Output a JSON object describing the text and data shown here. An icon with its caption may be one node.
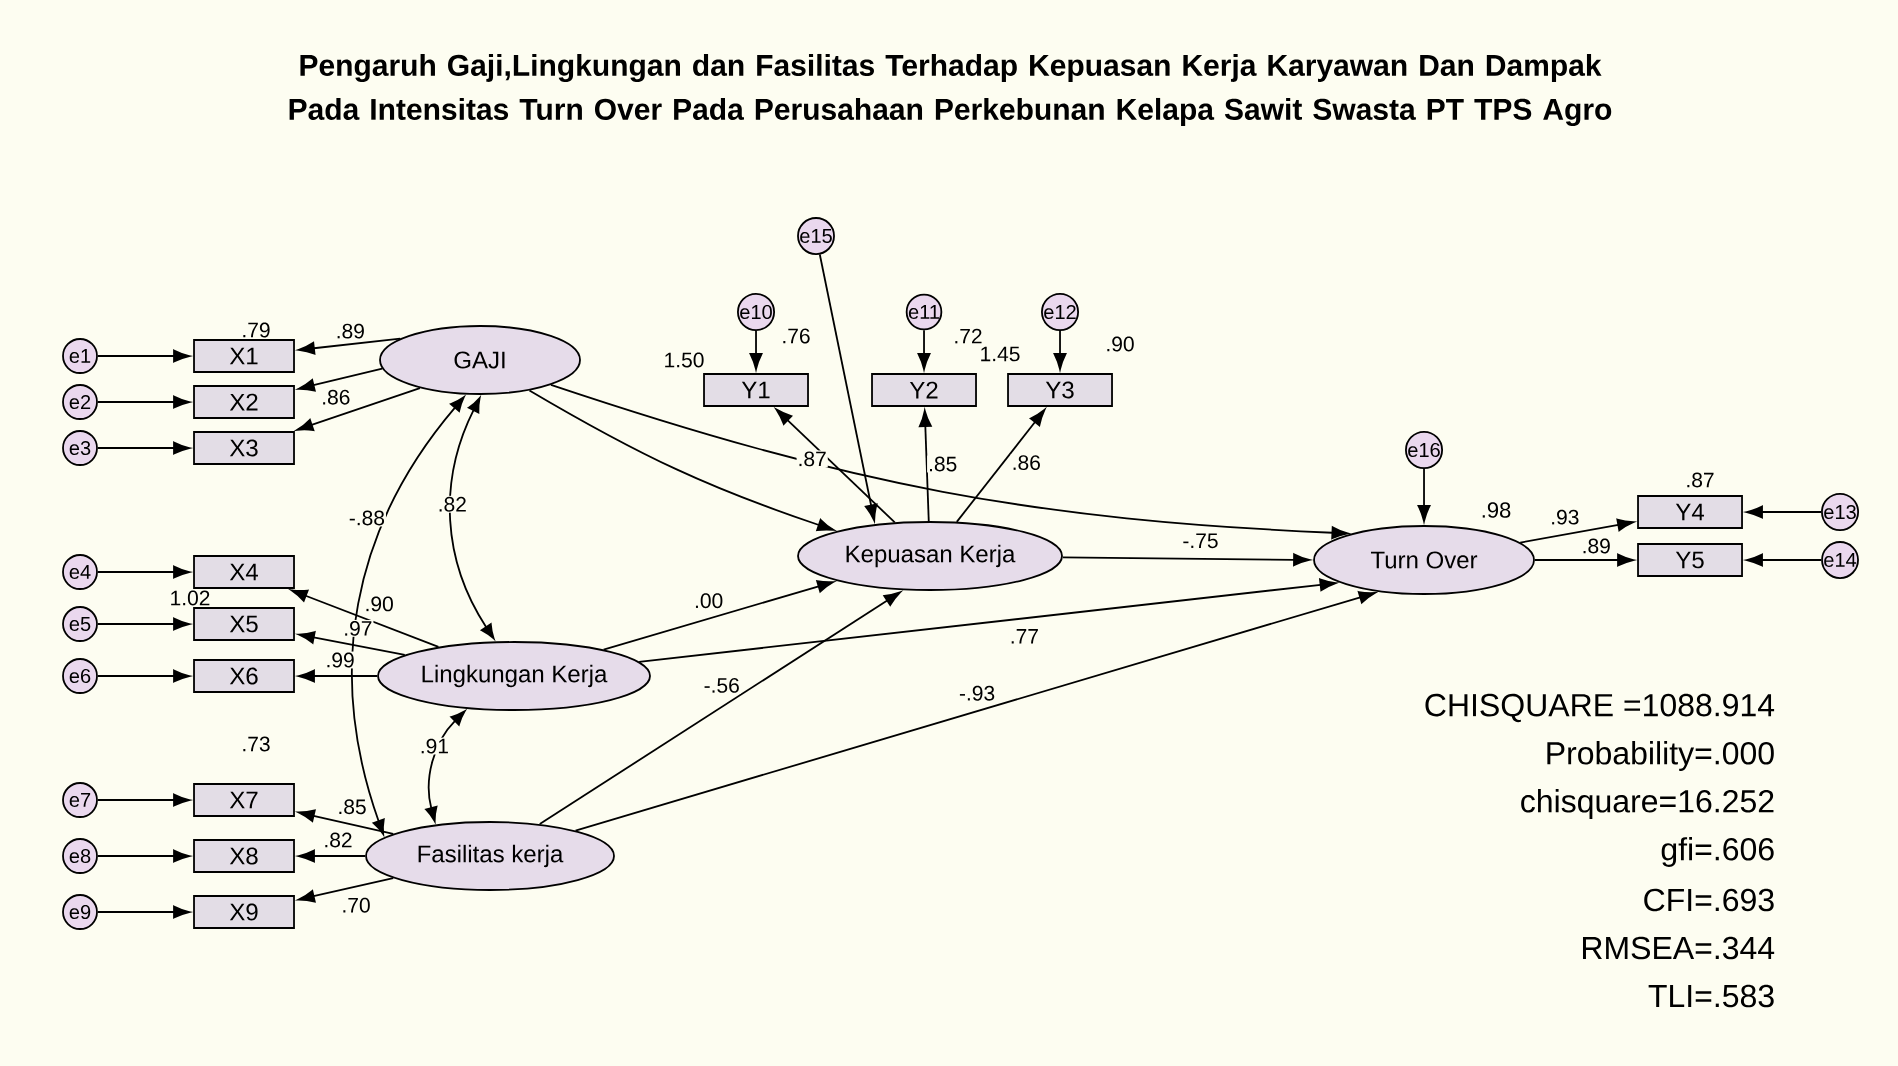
{
  "diagram": {
    "title": "Pengaruh Gaji,Lingkungan dan Fasilitas Terhadap Kepuasan Kerja Karyawan Dan Dampak Pada Intensitas Turn Over Pada Perusahaan Perkebunan Kelapa Sawit Swasta PT TPS Agro",
    "nodes": [
      {
        "text": [
          "GAJI"
        ]
      },
      {
        "text": [
          "Lingkungan Kerja"
        ]
      },
      {
        "text": [
          "Fasilitas kerja"
        ]
      },
      {
        "text": [
          "Kepuasan Kerja"
        ]
      },
      {
        "text": [
          "Turn Over"
        ],
        "beside": [
          ".98"
        ]
      },
      {
        "text": [
          "X1"
        ]
      },
      {
        "text": [
          "X2"
        ]
      },
      {
        "text": [
          "X3"
        ]
      },
      {
        "text": [
          "X4"
        ]
      },
      {
        "text": [
          "X5"
        ]
      },
      {
        "text": [
          "X6"
        ]
      },
      {
        "text": [
          "X7"
        ]
      },
      {
        "text": [
          "X8"
        ]
      },
      {
        "text": [
          "X9"
        ]
      },
      {
        "text": [
          "Y1"
        ]
      },
      {
        "text": [
          "Y2"
        ]
      },
      {
        "text": [
          "Y3"
        ]
      },
      {
        "text": [
          "Y4"
        ]
      },
      {
        "text": [
          "Y5"
        ]
      },
      {
        "text": [
          "e1"
        ]
      },
      {
        "text": [
          "e2"
        ]
      },
      {
        "text": [
          "e3"
        ]
      },
      {
        "text": [
          "e4"
        ]
      },
      {
        "text": [
          "e5"
        ]
      },
      {
        "text": [
          "e6"
        ]
      },
      {
        "text": [
          "e7"
        ]
      },
      {
        "text": [
          "e8"
        ]
      },
      {
        "text": [
          "e9"
        ]
      },
      {
        "text": [
          "e10"
        ]
      },
      {
        "text": [
          "e11"
        ]
      },
      {
        "text": [
          "e12"
        ]
      },
      {
        "text": [
          "e13"
        ]
      },
      {
        "text": [
          "e14"
        ]
      },
      {
        "text": [
          "e15"
        ]
      },
      {
        "text": [
          "e16"
        ]
      }
    ],
    "edges": [
      {
        "from": 19,
        "to": 5,
        "arrow": "to"
      },
      {
        "from": 20,
        "to": 6,
        "arrow": "to"
      },
      {
        "from": 21,
        "to": 7,
        "arrow": "to"
      },
      {
        "from": 22,
        "to": 8,
        "arrow": "to"
      },
      {
        "from": 23,
        "to": 9,
        "arrow": "to"
      },
      {
        "from": 24,
        "to": 10,
        "arrow": "to"
      },
      {
        "from": 25,
        "to": 11,
        "arrow": "to"
      },
      {
        "from": 26,
        "to": 12,
        "arrow": "to"
      },
      {
        "from": 27,
        "to": 13,
        "arrow": "to"
      },
      {
        "from": 0,
        "to": 5,
        "arrow": "to",
        "label": ".89"
      },
      {
        "from": 0,
        "to": 6,
        "arrow": "to",
        "label": ".86"
      },
      {
        "from": 0,
        "to": 7,
        "arrow": "to"
      },
      {
        "from": 1,
        "to": 8,
        "arrow": "to",
        "label": ".90"
      },
      {
        "from": 1,
        "to": 9,
        "arrow": "to",
        "label": ".97"
      },
      {
        "from": 1,
        "to": 10,
        "arrow": "to",
        "label": ".99"
      },
      {
        "from": 2,
        "to": 11,
        "arrow": "to",
        "label": ".85"
      },
      {
        "from": 2,
        "to": 12,
        "arrow": "to",
        "label": ".82"
      },
      {
        "from": 2,
        "to": 13,
        "arrow": "to",
        "label": ".70"
      },
      {
        "from": 28,
        "to": 14,
        "arrow": "to"
      },
      {
        "from": 29,
        "to": 15,
        "arrow": "to"
      },
      {
        "from": 30,
        "to": 16,
        "arrow": "to"
      },
      {
        "from": 3,
        "to": 14,
        "arrow": "to",
        "label": ".87"
      },
      {
        "from": 3,
        "to": 15,
        "arrow": "to",
        "label": ".85"
      },
      {
        "from": 3,
        "to": 16,
        "arrow": "to",
        "label": ".86"
      },
      {
        "from": 33,
        "to": 3,
        "arrow": "to"
      },
      {
        "from": 34,
        "to": 4,
        "arrow": "to"
      },
      {
        "from": 4,
        "to": 17,
        "arrow": "to",
        "label": ".93"
      },
      {
        "from": 4,
        "to": 18,
        "arrow": "to",
        "label": ".89"
      },
      {
        "from": 31,
        "to": 17,
        "arrow": "to"
      },
      {
        "from": 32,
        "to": 18,
        "arrow": "to"
      },
      {
        "from": 0,
        "to": 3,
        "arrow": "to"
      },
      {
        "from": 0,
        "to": 4,
        "arrow": "to"
      },
      {
        "from": 1,
        "to": 3,
        "arrow": "to",
        "label": ".00"
      },
      {
        "from": 1,
        "to": 4,
        "arrow": "to",
        "label": ".77"
      },
      {
        "from": 2,
        "to": 3,
        "arrow": "to",
        "label": "-.56"
      },
      {
        "from": 2,
        "to": 4,
        "arrow": "to",
        "label": "-.93"
      },
      {
        "from": 3,
        "to": 4,
        "arrow": "to",
        "label": "-.75"
      },
      {
        "from": 0,
        "to": 1,
        "arrow": "both",
        "label": ".82"
      },
      {
        "from": 0,
        "to": 2,
        "arrow": "both",
        "label": "-.88"
      },
      {
        "from": 1,
        "to": 2,
        "arrow": "both",
        "label": ".91"
      }
    ],
    "labels": [
      ".79",
      ".76",
      "1.50",
      ".72",
      "1.45",
      ".90",
      ".87",
      "1.02",
      ".73",
      "CHISQUARE =1088.914",
      "Probability=.000",
      "chisquare=16.252",
      "gfi=.606",
      "CFI=.693",
      "RMSEA=.344",
      "TLI=.583"
    ]
  }
}
